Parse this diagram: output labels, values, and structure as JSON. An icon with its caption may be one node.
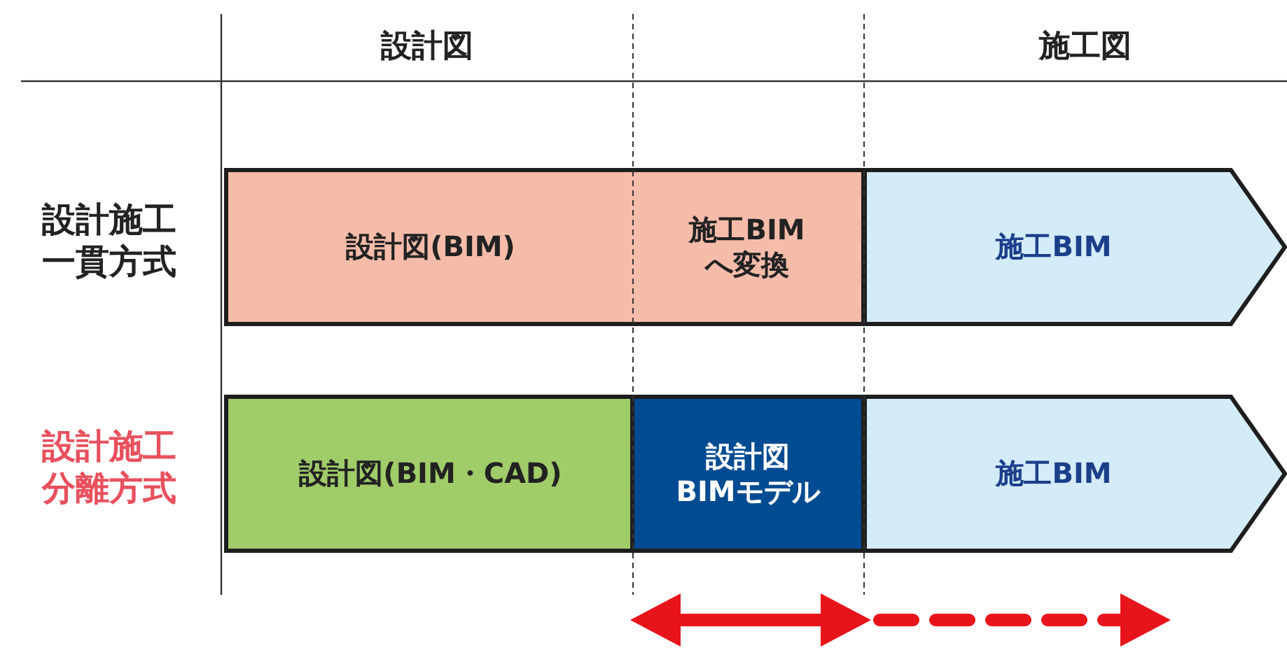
{
  "diagram": {
    "nodes": [
      {
        "text": [
          "設計図(BIM)"
        ]
      },
      {
        "text": [
          "施工BIMへ変換"
        ]
      },
      {
        "text": [
          "施工BIM"
        ]
      },
      {
        "text": [
          "設計図(BIM・CAD)"
        ]
      },
      {
        "text": [
          "設計図BIMモデル"
        ]
      },
      {
        "text": [
          "施工BIM"
        ]
      }
    ],
    "labels": [
      "設計図",
      "施工図",
      "設計施工一貫方式",
      "設計施工分離方式"
    ]
  }
}
